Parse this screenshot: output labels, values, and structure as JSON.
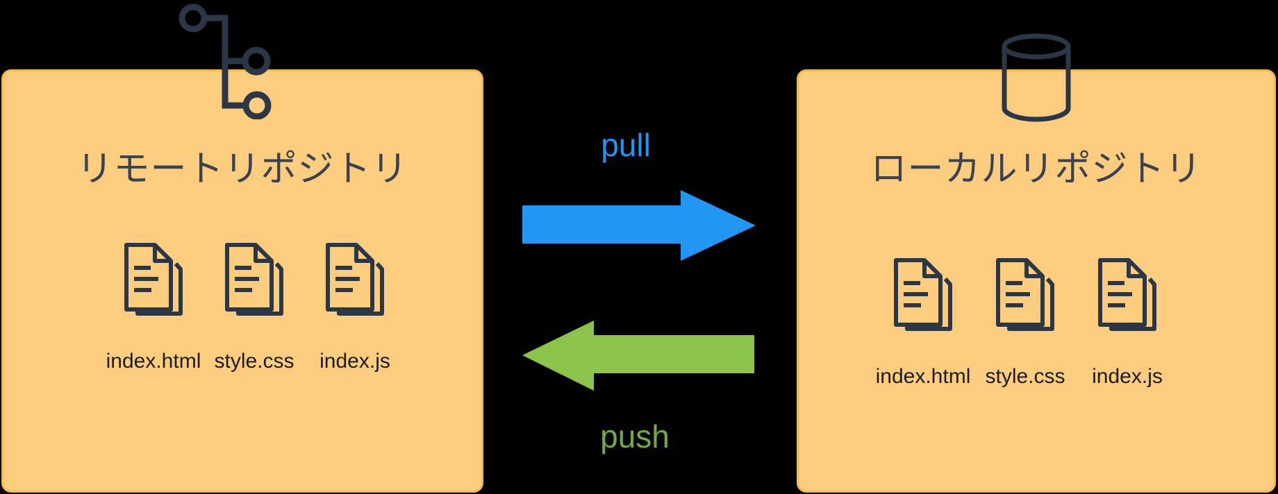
{
  "colors": {
    "background": "#000000",
    "panel_fill": "#FCCC7F",
    "panel_border": "#F7BB49",
    "icon_stroke": "#2B3646",
    "title_text": "#3A4150",
    "file_label_text": "#1C1C1C",
    "pull_blue": "#2196F3",
    "push_green": "#8CC34B",
    "push_label_green": "#6FAC44"
  },
  "remote_repo": {
    "title": "リモートリポジトリ",
    "icon": "git-branch",
    "files": [
      {
        "label": "index.html"
      },
      {
        "label": "style.css"
      },
      {
        "label": "index.js"
      }
    ]
  },
  "local_repo": {
    "title": "ローカルリポジトリ",
    "icon": "database",
    "files": [
      {
        "label": "index.html"
      },
      {
        "label": "style.css"
      },
      {
        "label": "index.js"
      }
    ]
  },
  "arrows": {
    "pull": {
      "label": "pull",
      "direction": "left-to-right"
    },
    "push": {
      "label": "push",
      "direction": "right-to-left"
    }
  }
}
